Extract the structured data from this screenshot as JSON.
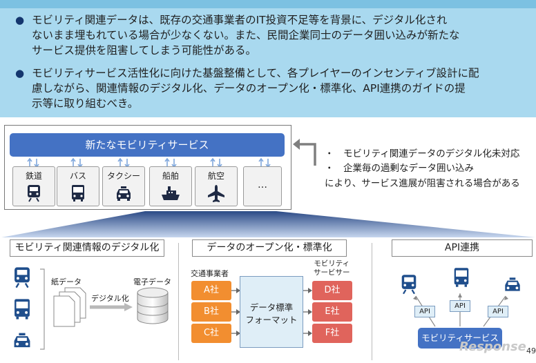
{
  "issues": {
    "bullet_1": "モビリティ関連データは、既存の交通事業者のIT投資不足等を背景に、デジタル化され\nないまま埋もれている場合が少なくない。また、民間企業同士のデータ囲い込みが新たな\nサービス提供を阻害してしまう可能性がある。",
    "bullet_2": "モビリティサービス活性化に向けた基盤整備として、各プレイヤーのインセンティブ設計に配\n慮しながら、関連情報のデジタル化、データのオープン化・標準化、API連携のガイドの提\n示等に取り組むべき。",
    "bullet_symbol": "●"
  },
  "diagram": {
    "service_bar": "新たなモビリティサービス",
    "modes": [
      {
        "label": "鉄道",
        "icon": "train-icon"
      },
      {
        "label": "バス",
        "icon": "bus-icon"
      },
      {
        "label": "タクシー",
        "icon": "taxi-icon"
      },
      {
        "label": "船舶",
        "icon": "ship-icon"
      },
      {
        "label": "航空",
        "icon": "airplane-icon"
      },
      {
        "label": "…",
        "icon": ""
      }
    ],
    "notes": [
      "・　モビリティ関連データのデジタル化未対応",
      "・　企業毎の過剰なデータ囲い込み",
      "により、サービス進展が阻害される場合がある"
    ]
  },
  "sections": {
    "digitalization": {
      "title": "モビリティ関連情報のデジタル化",
      "paper_label": "紙データ",
      "arrow_label": "デジタル化",
      "electronic_label": "電子データ",
      "icons": [
        "train-icon",
        "bus-icon",
        "taxi-icon"
      ]
    },
    "open_standard": {
      "title": "データのオープン化・標準化",
      "operators_label": "交通事業者",
      "mobility_providers_label": "モビリティ\nサービサー",
      "left_companies": [
        "A社",
        "B社",
        "C社"
      ],
      "right_companies": [
        "D社",
        "E社",
        "F社"
      ],
      "format_box": "データ標準\nフォーマット",
      "colors": {
        "left": "#f28e30",
        "right": "#e0645c"
      }
    },
    "api": {
      "title": "API連携",
      "api_label": "API",
      "service_box": "モビリティサービス",
      "icons": [
        "train-icon",
        "bus-icon",
        "taxi-icon"
      ]
    }
  },
  "page_number": "49",
  "watermark": "Response",
  "colors": {
    "banner": "#a9d9ef",
    "service_blue": "#4472c4",
    "icon_navy": "#1f4e8c"
  }
}
